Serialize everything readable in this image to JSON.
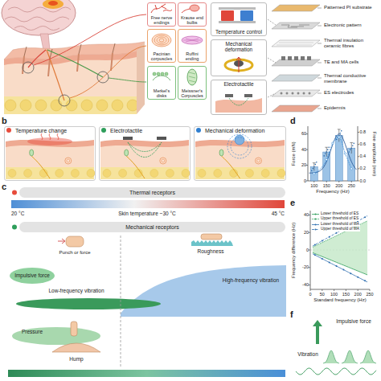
{
  "diagram": {
    "nodes": [
      {
        "text": [
          "Free nerve endings"
        ]
      },
      {
        "text": [
          "Krause end bulbs"
        ]
      },
      {
        "text": [
          "Pacinian corpuscles"
        ]
      },
      {
        "text": [
          "Ruffini ending"
        ]
      },
      {
        "text": [
          "Merkel's disks"
        ]
      },
      {
        "text": [
          "Meissner's Corpuscles"
        ]
      },
      {
        "text": [
          "Temperature control"
        ]
      },
      {
        "text": [
          "Mechanical deformation"
        ]
      },
      {
        "text": [
          "Electrotactile"
        ]
      },
      {
        "text": [
          "Temperature change"
        ]
      },
      {
        "text": [
          "Electrotactile"
        ]
      },
      {
        "text": [
          "Mechanical deformation"
        ]
      },
      {
        "text": [
          "Thermal receptors"
        ]
      },
      {
        "text": [
          "Mechanical receptors"
        ]
      }
    ],
    "labels": [
      "b",
      "c",
      "d",
      "e",
      "f",
      "Patterned PI substrate",
      "Electronic pattern",
      "Thermal insulation ceramic fibres",
      "TE and MA cells",
      "Thermal conductive membrane",
      "ES electrodes",
      "Epidermis",
      "20 °C",
      "Skin temperature ~30 °C",
      "45 °C",
      "Punch or force",
      "Impulsive force",
      "Low-frequency vibration",
      "Roughness",
      "High-frequency vibration",
      "Pressure",
      "Hump",
      "0",
      "20",
      "40",
      "60",
      "0.0",
      "0.2",
      "0.4",
      "0.6",
      "0.8",
      "100",
      "150",
      "200",
      "250",
      "Force (mN)",
      "Free amplitude (mm)",
      "Frequency (Hz)",
      "40",
      "20",
      "0",
      "-20",
      "-40",
      "0",
      "50",
      "100",
      "150",
      "200",
      "250",
      "Frequency difference (Hz)",
      "Standard frequency (Hz)",
      "Impulsive force",
      "Vibration"
    ],
    "legend": [
      {
        "text": "Lower threshold of ES"
      },
      {
        "text": "Upper threshold of ES"
      },
      {
        "text": "Lower threshold of MA"
      },
      {
        "text": "Upper threshold of MA"
      }
    ]
  }
}
